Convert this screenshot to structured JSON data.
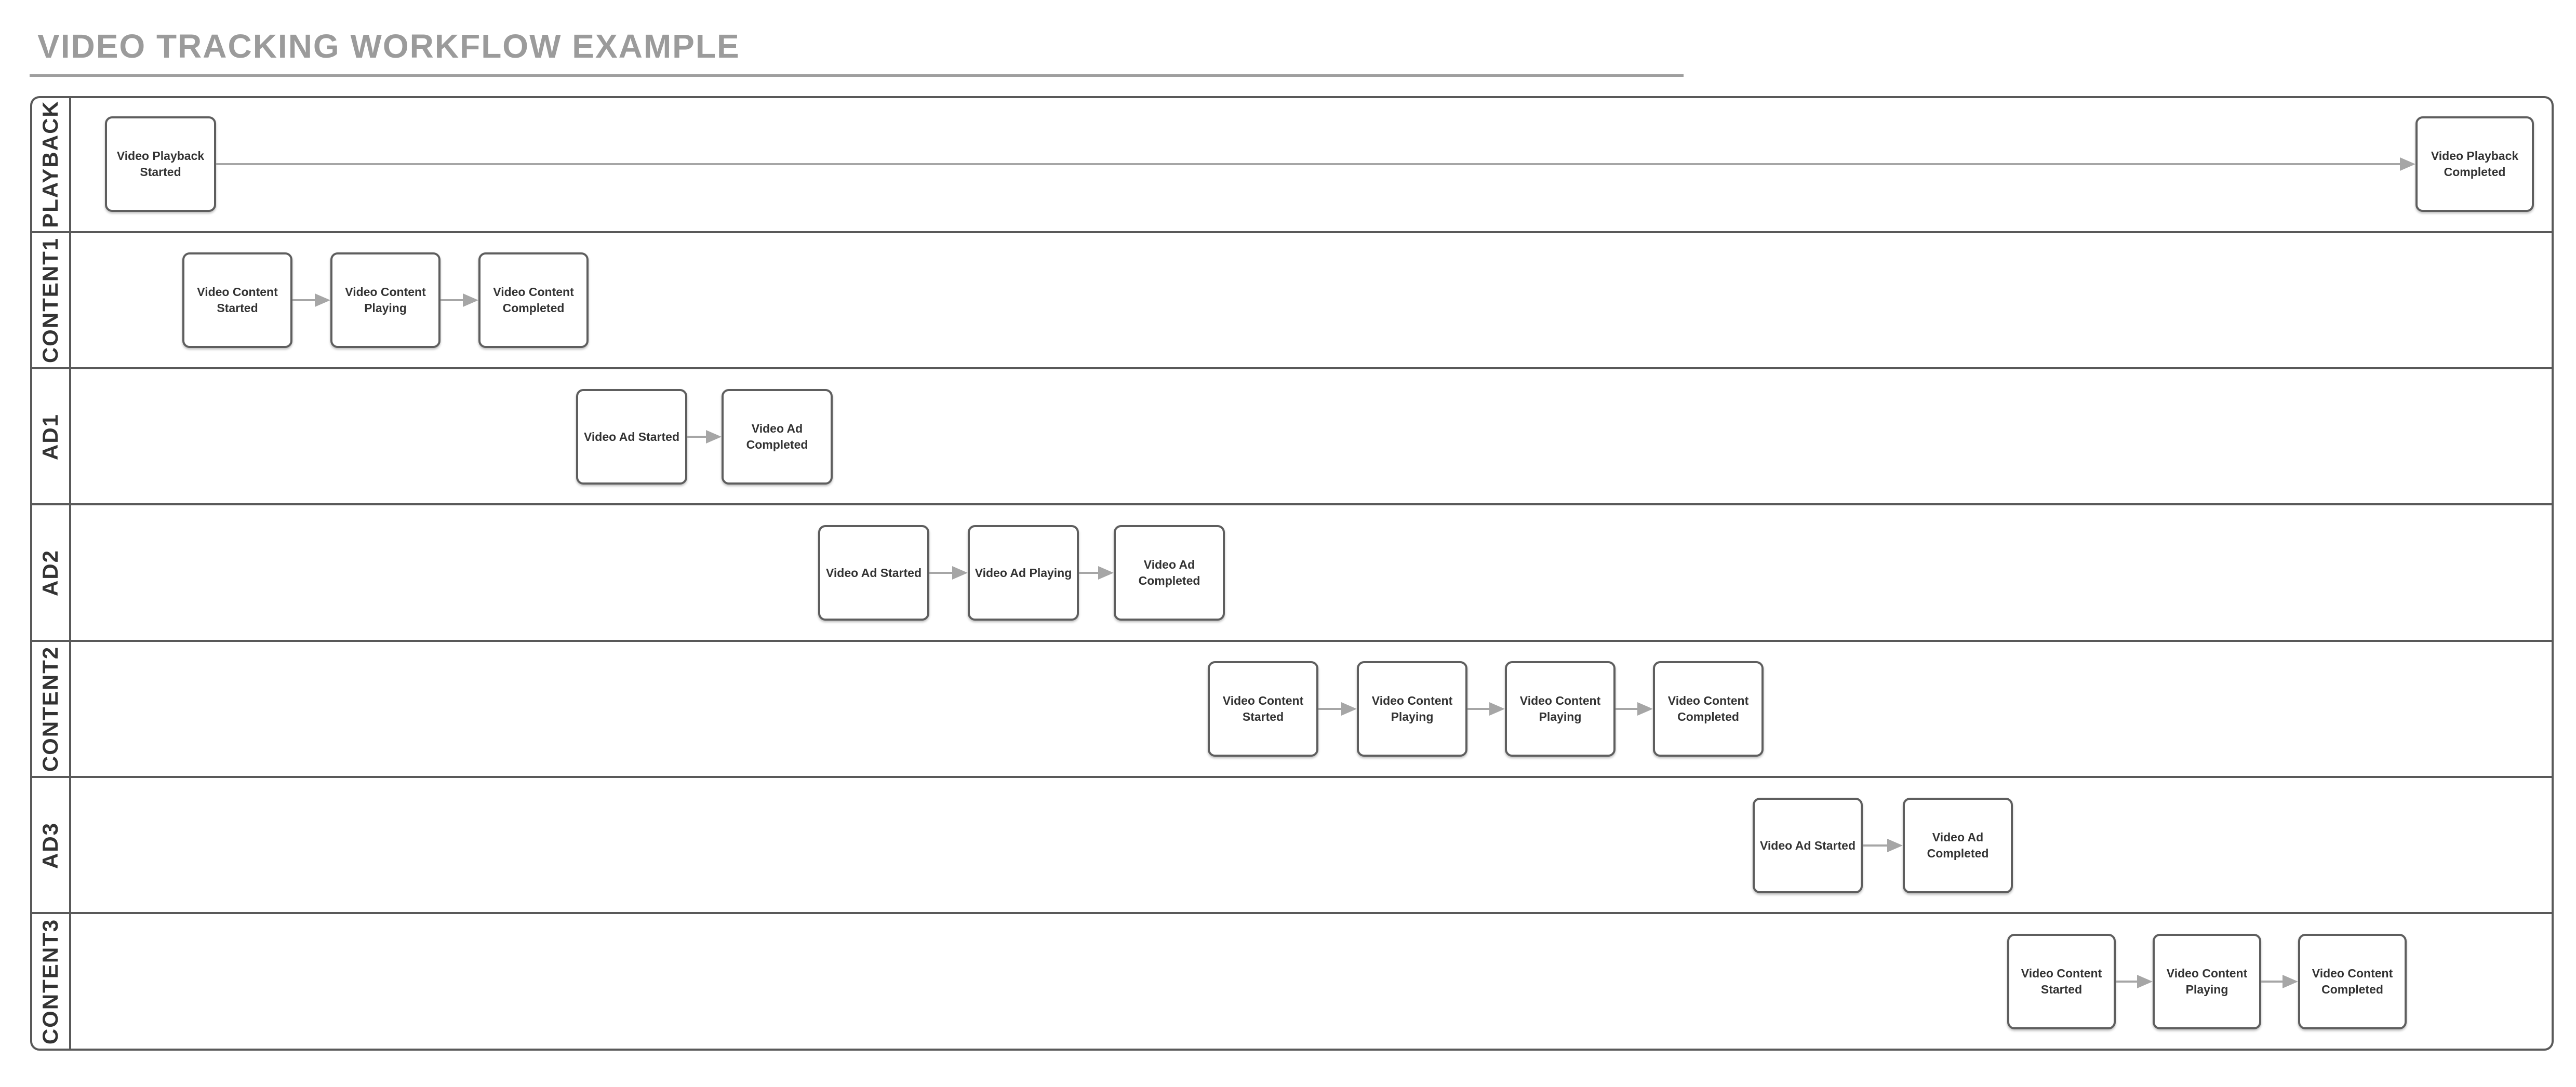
{
  "title": {
    "text": "VIDEO TRACKING WORKFLOW EXAMPLE"
  },
  "colors": {
    "title_gray": "#9b9b9b",
    "table_border": "#595959",
    "node_border": "#5e5e5e",
    "node_text": "#333333",
    "arrow_gray": "#a6a6a6",
    "background": "#ffffff"
  },
  "diagram": {
    "lanes": [
      {
        "label": "PLAYBACK",
        "boxes": [
          {
            "label": "Video Playback\nStarted"
          },
          {
            "label": "Video Playback\nCompleted"
          }
        ]
      },
      {
        "label": "CONTENT1",
        "boxes": [
          {
            "label": "Video Content\nStarted"
          },
          {
            "label": "Video Content\nPlaying"
          },
          {
            "label": "Video Content\nCompleted"
          }
        ]
      },
      {
        "label": "AD1",
        "boxes": [
          {
            "label": "Video Ad Started"
          },
          {
            "label": "Video Ad\nCompleted"
          }
        ]
      },
      {
        "label": "AD2",
        "boxes": [
          {
            "label": "Video Ad Started"
          },
          {
            "label": "Video Ad Playing"
          },
          {
            "label": "Video Ad\nCompleted"
          }
        ]
      },
      {
        "label": "CONTENT2",
        "boxes": [
          {
            "label": "Video Content\nStarted"
          },
          {
            "label": "Video Content\nPlaying"
          },
          {
            "label": "Video Content\nPlaying"
          },
          {
            "label": "Video Content\nCompleted"
          }
        ]
      },
      {
        "label": "AD3",
        "boxes": [
          {
            "label": "Video Ad Started"
          },
          {
            "label": "Video Ad\nCompleted"
          }
        ]
      },
      {
        "label": "CONTENT3",
        "boxes": [
          {
            "label": "Video Content\nStarted"
          },
          {
            "label": "Video Content\nPlaying"
          },
          {
            "label": "Video Content\nCompleted"
          }
        ]
      }
    ]
  }
}
